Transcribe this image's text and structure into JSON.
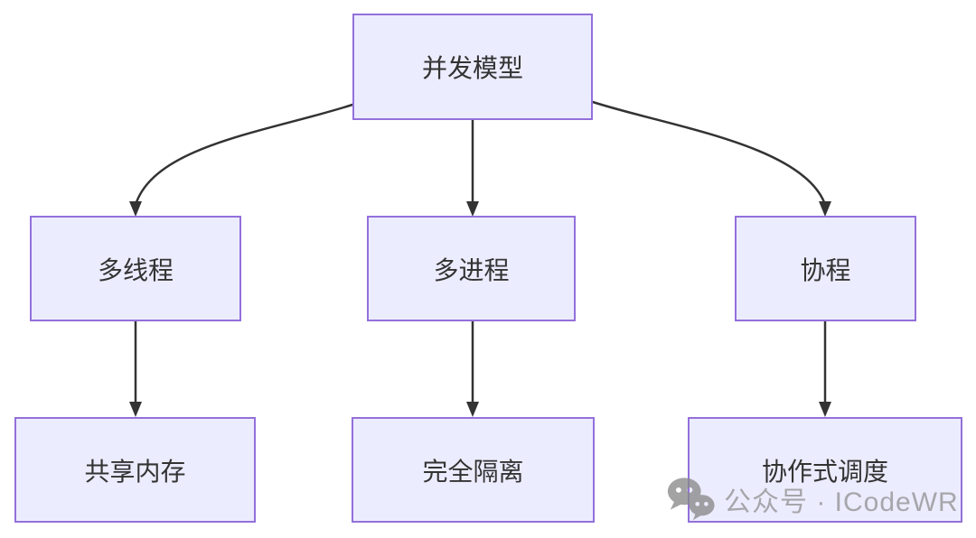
{
  "diagram": {
    "type": "flowchart",
    "nodes": [
      {
        "id": "concurrency-model",
        "label": "并发模型"
      },
      {
        "id": "multithreading",
        "label": "多线程"
      },
      {
        "id": "multiprocessing",
        "label": "多进程"
      },
      {
        "id": "coroutine",
        "label": "协程"
      },
      {
        "id": "shared-memory",
        "label": "共享内存"
      },
      {
        "id": "full-isolation",
        "label": "完全隔离"
      },
      {
        "id": "cooperative-scheduling",
        "label": "协作式调度"
      }
    ],
    "edges": [
      {
        "from": "并发模型",
        "to": "多线程"
      },
      {
        "from": "并发模型",
        "to": "多进程"
      },
      {
        "from": "并发模型",
        "to": "协程"
      },
      {
        "from": "多线程",
        "to": "共享内存"
      },
      {
        "from": "多进程",
        "to": "完全隔离"
      },
      {
        "from": "协程",
        "to": "协作式调度"
      }
    ]
  },
  "watermark": {
    "icon": "wechat-icon",
    "text": "公众号 · ICodeWR"
  },
  "colors": {
    "node_fill": "#ECECFF",
    "node_border": "#9370DB",
    "node_text": "#333333",
    "edge_line": "#333333",
    "watermark_text": "#8A8A8A",
    "background": "#FFFFFF"
  }
}
